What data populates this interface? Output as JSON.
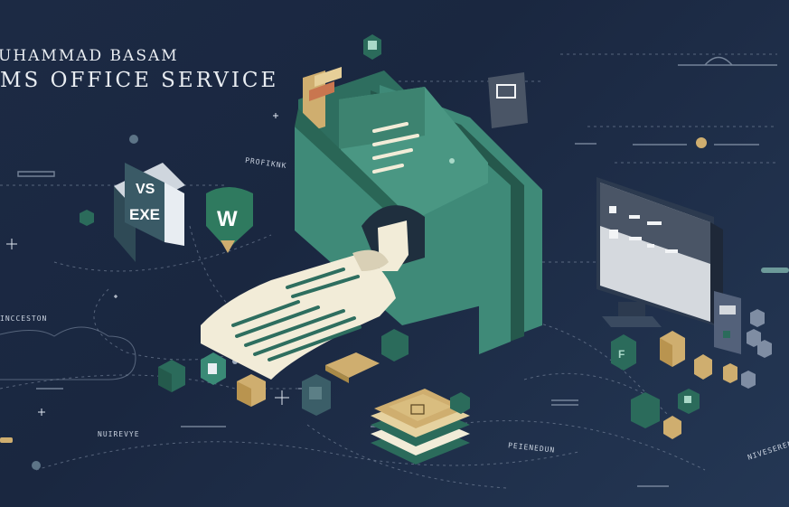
{
  "title": {
    "line1": "UHAMMAD BASAM",
    "line2": "MS OFFICE SERVICE"
  },
  "labels": {
    "label1": "PROFIKNK",
    "label2": "INCCESTON",
    "label3": "NUIREVYE",
    "label4": "PEIENEDUN",
    "label5": "NIVESERENS"
  },
  "badges": {
    "vs_line1": "VS",
    "vs_line2": "EXE",
    "word_letter": "W"
  },
  "colors": {
    "background": "#1c2a44",
    "teal": "#3f8a78",
    "teal_dark": "#2a6656",
    "paper": "#f2ecd8",
    "gold": "#cfae6f",
    "line": "#7f8da3"
  },
  "icons": [
    "folder-icon",
    "document-icon",
    "monitor-icon",
    "server-icon",
    "cube-icon",
    "word-shield-icon",
    "exe-book-icon"
  ]
}
